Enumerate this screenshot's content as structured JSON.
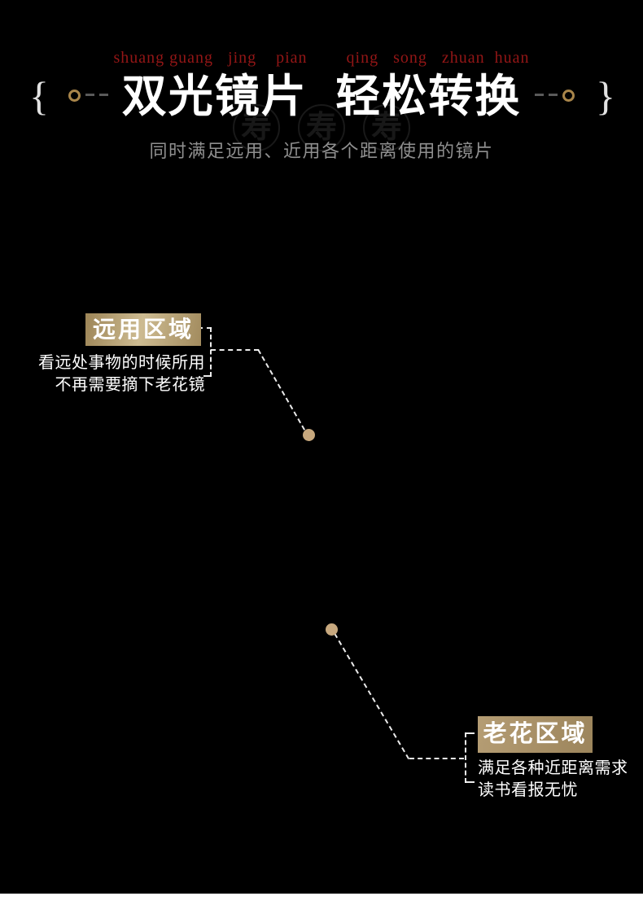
{
  "header": {
    "pinyin": "shuang guang   jing    pian        qing   song   zhuan  huan",
    "title": "双光镜片  轻松转换",
    "subtitle": "同时满足远用、近用各个距离使用的镜片",
    "left_brace": "{",
    "right_brace": "}"
  },
  "watermark": {
    "glyphs": [
      "寿",
      "寿",
      "寿"
    ]
  },
  "callouts": [
    {
      "id": "far-zone",
      "badge_label": "远用区域",
      "lines": [
        "看远处事物的时候所用",
        "不再需要摘下老花镜"
      ],
      "text_align": "right"
    },
    {
      "id": "near-zone",
      "badge_label": "老花区域",
      "lines": [
        "满足各种近距离需求",
        "读书看报无忧"
      ],
      "text_align": "left"
    }
  ],
  "colors": {
    "background": "#000000",
    "bottom_strip": "#ffffff",
    "title_text": "#ffffff",
    "pinyin_red": "#941616",
    "subtitle_gray": "#8f8f8f",
    "badge_gold_light": "#cdbb91",
    "badge_gold_dark": "#9d8557",
    "dot_gold": "#c7a87e",
    "ring_gold": "#a8854a",
    "dash_gray": "#5a5a5a",
    "connector_white": "#ffffff"
  }
}
